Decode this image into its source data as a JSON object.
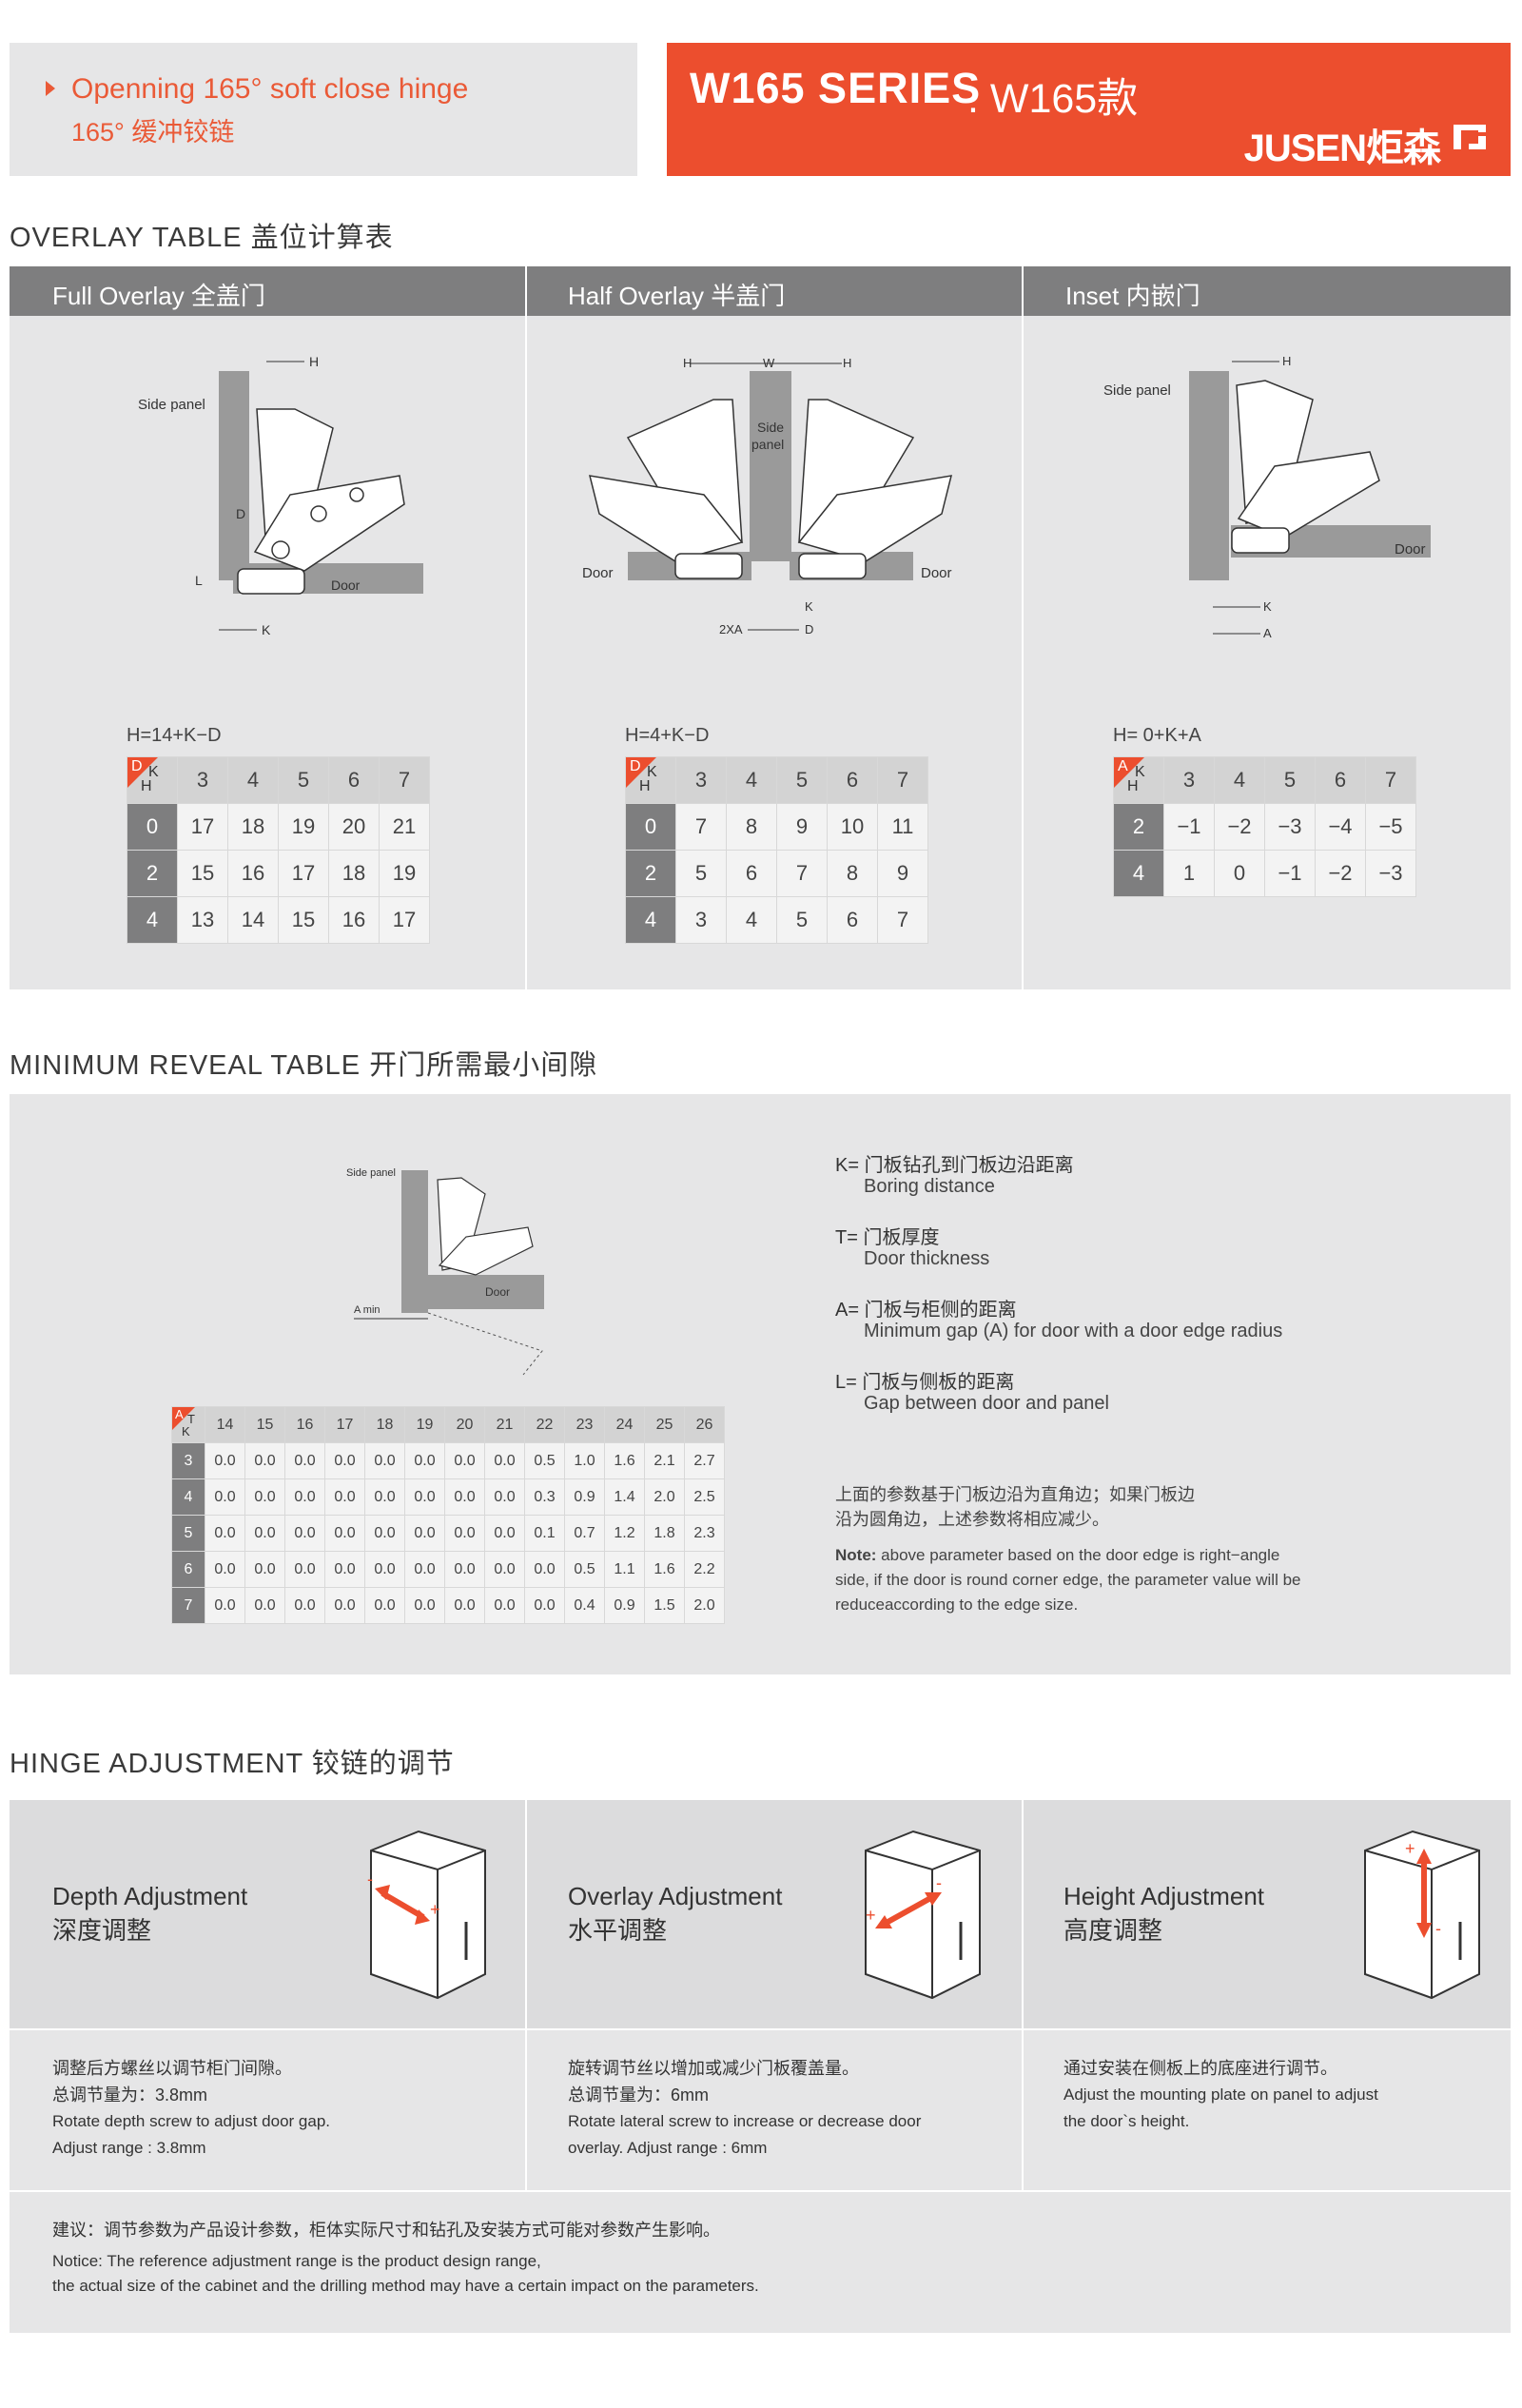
{
  "header": {
    "subtitle_en": "Openning 165° soft close hinge",
    "subtitle_cn": "165° 缓冲铰链",
    "series": "W165 SERIES",
    "series_cn": ". W165款",
    "brand": "JUSEN炬森"
  },
  "overlay": {
    "title": "OVERLAY TABLE  盖位计算表",
    "columns": [
      {
        "label": "Full Overlay 全盖门",
        "formula": "H=14+K−D",
        "corner": {
          "a": "D",
          "b": "K",
          "c": "H"
        },
        "k_values": [
          "3",
          "4",
          "5",
          "6",
          "7"
        ],
        "rows": [
          {
            "h": "0",
            "cells": [
              "17",
              "18",
              "19",
              "20",
              "21"
            ]
          },
          {
            "h": "2",
            "cells": [
              "15",
              "16",
              "17",
              "18",
              "19"
            ]
          },
          {
            "h": "4",
            "cells": [
              "13",
              "14",
              "15",
              "16",
              "17"
            ]
          }
        ],
        "diagram": {
          "side_panel": "Side panel",
          "door": "Door",
          "h": "H",
          "d": "D",
          "l": "L",
          "k": "K"
        }
      },
      {
        "label": "Half Overlay 半盖门",
        "formula": "H=4+K−D",
        "corner": {
          "a": "D",
          "b": "K",
          "c": "H"
        },
        "k_values": [
          "3",
          "4",
          "5",
          "6",
          "7"
        ],
        "rows": [
          {
            "h": "0",
            "cells": [
              "7",
              "8",
              "9",
              "10",
              "11"
            ]
          },
          {
            "h": "2",
            "cells": [
              "5",
              "6",
              "7",
              "8",
              "9"
            ]
          },
          {
            "h": "4",
            "cells": [
              "3",
              "4",
              "5",
              "6",
              "7"
            ]
          }
        ],
        "diagram": {
          "side_panel_1": "Side",
          "side_panel_2": "panel",
          "door": "Door",
          "h": "H",
          "w": "W",
          "k": "K",
          "xa": "2XA",
          "d": "D"
        }
      },
      {
        "label": "Inset 内嵌门",
        "formula": "H= 0+K+A",
        "corner": {
          "a": "A",
          "b": "K",
          "c": "H"
        },
        "k_values": [
          "3",
          "4",
          "5",
          "6",
          "7"
        ],
        "rows": [
          {
            "h": "2",
            "cells": [
              "−1",
              "−2",
              "−3",
              "−4",
              "−5"
            ]
          },
          {
            "h": "4",
            "cells": [
              "1",
              "0",
              "−1",
              "−2",
              "−3"
            ]
          }
        ],
        "diagram": {
          "side_panel": "Side panel",
          "door": "Door",
          "h": "H",
          "k": "K",
          "a": "A"
        }
      }
    ]
  },
  "reveal": {
    "title": "MINIMUM REVEAL TABLE  开门所需最小间隙",
    "diagram": {
      "side_panel": "Side panel",
      "door": "Door",
      "amin": "A min"
    },
    "corner": {
      "a": "A",
      "b": "T",
      "c": "K"
    },
    "t_values": [
      "14",
      "15",
      "16",
      "17",
      "18",
      "19",
      "20",
      "21",
      "22",
      "23",
      "24",
      "25",
      "26"
    ],
    "rows": [
      {
        "k": "3",
        "cells": [
          "0.0",
          "0.0",
          "0.0",
          "0.0",
          "0.0",
          "0.0",
          "0.0",
          "0.0",
          "0.5",
          "1.0",
          "1.6",
          "2.1",
          "2.7"
        ]
      },
      {
        "k": "4",
        "cells": [
          "0.0",
          "0.0",
          "0.0",
          "0.0",
          "0.0",
          "0.0",
          "0.0",
          "0.0",
          "0.3",
          "0.9",
          "1.4",
          "2.0",
          "2.5"
        ]
      },
      {
        "k": "5",
        "cells": [
          "0.0",
          "0.0",
          "0.0",
          "0.0",
          "0.0",
          "0.0",
          "0.0",
          "0.0",
          "0.1",
          "0.7",
          "1.2",
          "1.8",
          "2.3"
        ]
      },
      {
        "k": "6",
        "cells": [
          "0.0",
          "0.0",
          "0.0",
          "0.0",
          "0.0",
          "0.0",
          "0.0",
          "0.0",
          "0.0",
          "0.5",
          "1.1",
          "1.6",
          "2.2"
        ]
      },
      {
        "k": "7",
        "cells": [
          "0.0",
          "0.0",
          "0.0",
          "0.0",
          "0.0",
          "0.0",
          "0.0",
          "0.0",
          "0.0",
          "0.4",
          "0.9",
          "1.5",
          "2.0"
        ]
      }
    ],
    "legend": [
      {
        "key": "K= 门板钻孔到门板边沿距离",
        "en": "Boring distance"
      },
      {
        "key": "T= 门板厚度",
        "en": "Door thickness"
      },
      {
        "key": "A= 门板与柜侧的距离",
        "en": "Minimum gap (A) for door with a door edge radius"
      },
      {
        "key": "L= 门板与侧板的距离",
        "en": "Gap between door and panel"
      }
    ],
    "note_cn_1": "上面的参数基于门板边沿为直角边；如果门板边",
    "note_cn_2": "沿为圆角边，上述参数将相应减少。",
    "note_en_label": "Note:",
    "note_en_1": " above parameter based on the door edge is right−angle",
    "note_en_2": "side, if the door is round corner edge, the parameter value will be",
    "note_en_3": "reduceaccording to the edge size."
  },
  "adjust": {
    "title": "HINGE ADJUSTMENT  铰链的调节",
    "items": [
      {
        "title_en": "Depth Adjustment",
        "title_cn": "深度调整",
        "desc_cn_1": "调整后方螺丝以调节柜门间隙。",
        "desc_cn_2": "总调节量为：3.8mm",
        "desc_en_1": "Rotate depth screw to adjust door gap.",
        "desc_en_2": "Adjust range : 3.8mm"
      },
      {
        "title_en": "Overlay Adjustment",
        "title_cn": "水平调整",
        "desc_cn_1": "旋转调节丝以增加或减少门板覆盖量。",
        "desc_cn_2": "总调节量为：6mm",
        "desc_en_1": "Rotate lateral screw to increase or decrease door",
        "desc_en_2": "overlay. Adjust range : 6mm"
      },
      {
        "title_en": "Height Adjustment",
        "title_cn": "高度调整",
        "desc_cn_1": "通过安装在侧板上的底座进行调节。",
        "desc_cn_2": "",
        "desc_en_1": "Adjust the mounting plate on panel to adjust",
        "desc_en_2": "the door`s height."
      }
    ],
    "notice_cn": "建议：调节参数为产品设计参数，柜体实际尺寸和钻孔及安装方式可能对参数产生影响。",
    "notice_en_1": "Notice: The reference adjustment range is the product design range,",
    "notice_en_2": "the actual size of the cabinet and the drilling method may have a certain impact on the parameters."
  },
  "colors": {
    "accent": "#ec4e2e",
    "panel": "#e6e6e7",
    "header_gray": "#7e7e7f"
  }
}
